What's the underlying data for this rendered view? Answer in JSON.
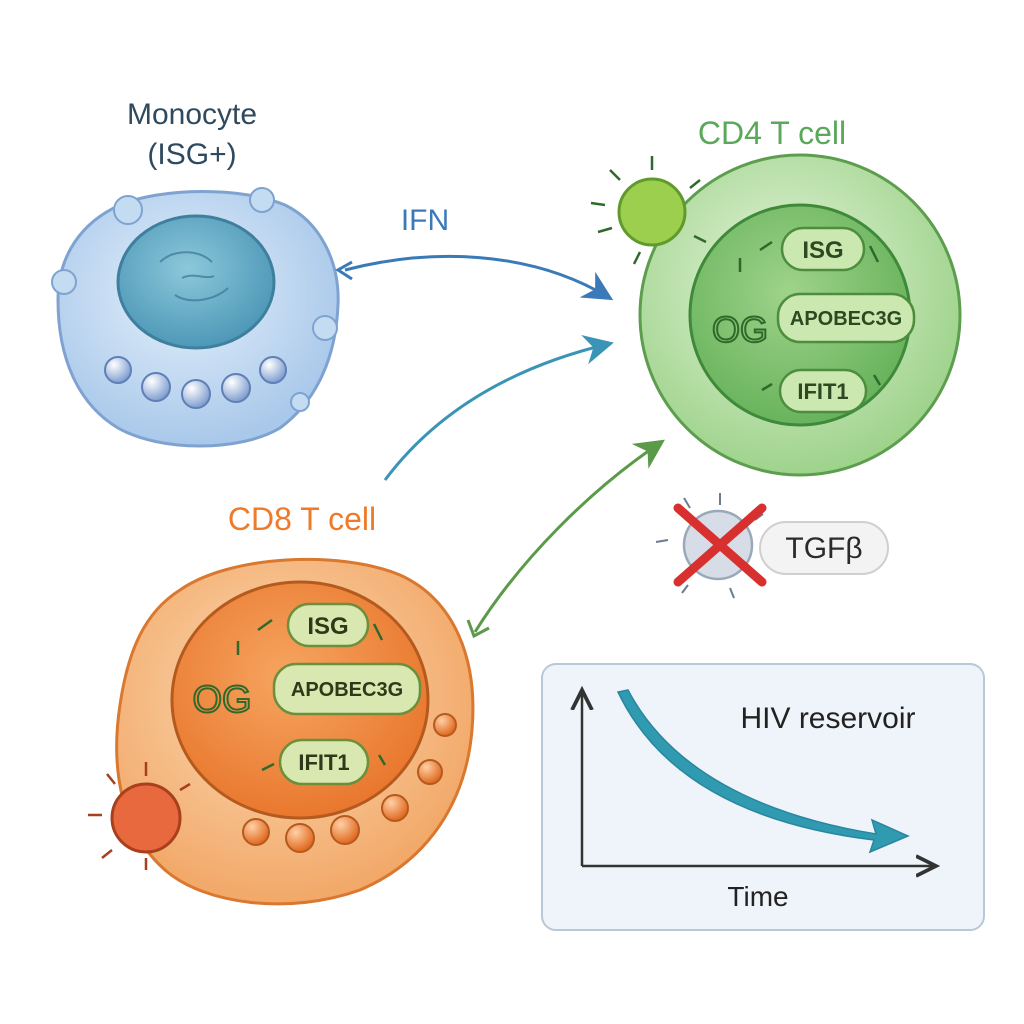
{
  "monocyte": {
    "title_line1": "Monocyte",
    "title_line2": "(ISG+)"
  },
  "signal": {
    "label": "IFN"
  },
  "cd4": {
    "title": "CD4 T cell",
    "genes": [
      "ISG",
      "APOBEC3G",
      "IFIT1"
    ],
    "squiggle": "OG"
  },
  "cd8": {
    "title": "CD8 T cell",
    "genes": [
      "ISG",
      "APOBEC3G",
      "IFIT1"
    ],
    "squiggle": "OG"
  },
  "inhibited": {
    "label": "TGFβ"
  },
  "reservoir_panel": {
    "title": "HIV reservoir",
    "xlabel": "Time"
  },
  "colors": {
    "monocyte_title": "#2f4a5e",
    "cd4_title": "#5aa85a",
    "cd8_title": "#ef7a2a",
    "ifn": "#3a7ab8",
    "inhibit": "#d82f2f",
    "trend": "#2f9ab0"
  }
}
